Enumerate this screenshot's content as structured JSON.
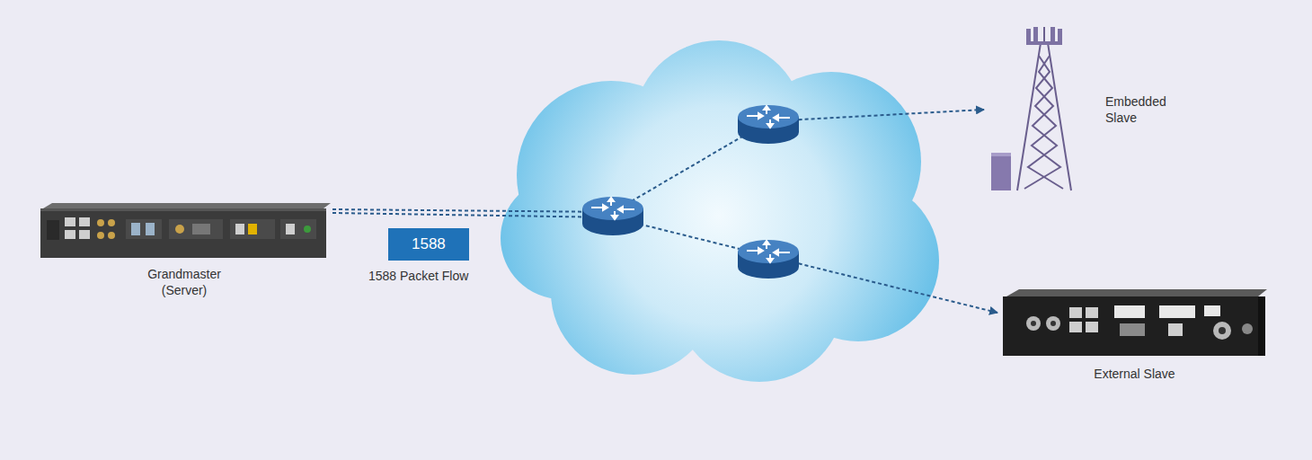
{
  "diagram": {
    "nodes": [
      {
        "text": [
          "Grandmaster (Server)"
        ]
      },
      {
        "text": [
          "1588"
        ]
      },
      {
        "text": [
          "Embedded Slave"
        ]
      },
      {
        "text": [
          "External Slave"
        ]
      }
    ],
    "edges": [
      {
        "from": 0,
        "to": 2,
        "arrow": "to"
      },
      {
        "from": 0,
        "to": 3,
        "arrow": "to"
      }
    ],
    "labels": [
      "1588 Packet Flow"
    ]
  }
}
